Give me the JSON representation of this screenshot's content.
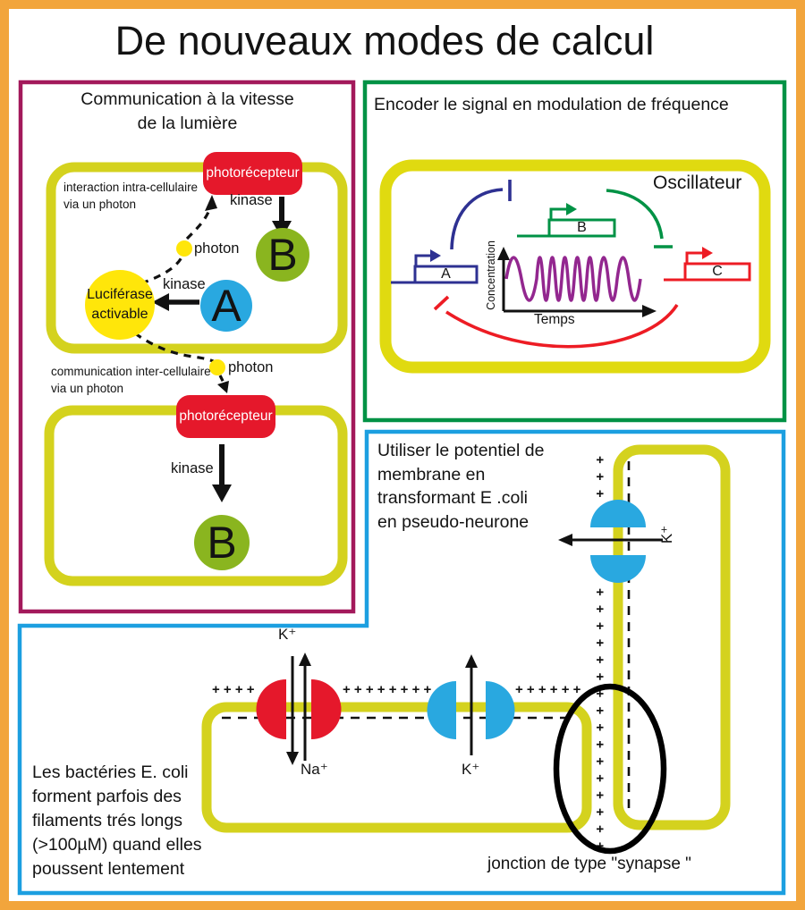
{
  "page": {
    "title": "De nouveaux modes de calcul"
  },
  "colors": {
    "outer_border": "#F2A53C",
    "panel_light_border": "#A3195B",
    "panel_osc_border": "#009245",
    "panel_neuron_border": "#1C9FE0",
    "membrane": "#D4D21E",
    "membrane_osc": "#E0DA10",
    "red": "#E5182B",
    "green_circle": "#8AB51F",
    "blue_circle": "#29A8E0",
    "yellow": "#FFE60A",
    "gene_blue": "#2E3192",
    "gene_green": "#009245",
    "gene_red": "#ED1C24",
    "wave_purple": "#93278F"
  },
  "light": {
    "title": "Communication à la vitesse\nde la lumière",
    "intra_note": "interaction intra-cellulaire\nvia un photon",
    "inter_note": "communication inter-cellulaire\nvia un photon",
    "photoreceptor": "photorécepteur",
    "kinase": "kinase",
    "photon": "photon",
    "luciferase": "Luciférase\nactivable",
    "gene_a": "A",
    "gene_b": "B"
  },
  "osc": {
    "title": "Encoder le signal en modulation de fréquence",
    "oscillator": "Oscillateur",
    "gene_a": "A",
    "gene_b": "B",
    "gene_c": "C",
    "ylabel": "Concentration",
    "xlabel": "Temps"
  },
  "neuron": {
    "title": "Utiliser le potentiel de\nmembrane en\ntransformant E .coli\nen pseudo-neurone",
    "k_ion": "K⁺",
    "na_ion": "Na⁺",
    "note": "Les bactéries E. coli\nforment parfois des\nfilaments trés longs\n(>100µM) quand elles\npoussent lentement",
    "junction": "jonction de type \"synapse \"",
    "plus_row_left": "+ + + +",
    "plus_row_mid": "+ + + + + + + +",
    "plus_row_right": "+ + + + + +",
    "plus_col_top": "+ + +",
    "plus_col_main": "+ + + + + + + + + + + + + + + +"
  }
}
